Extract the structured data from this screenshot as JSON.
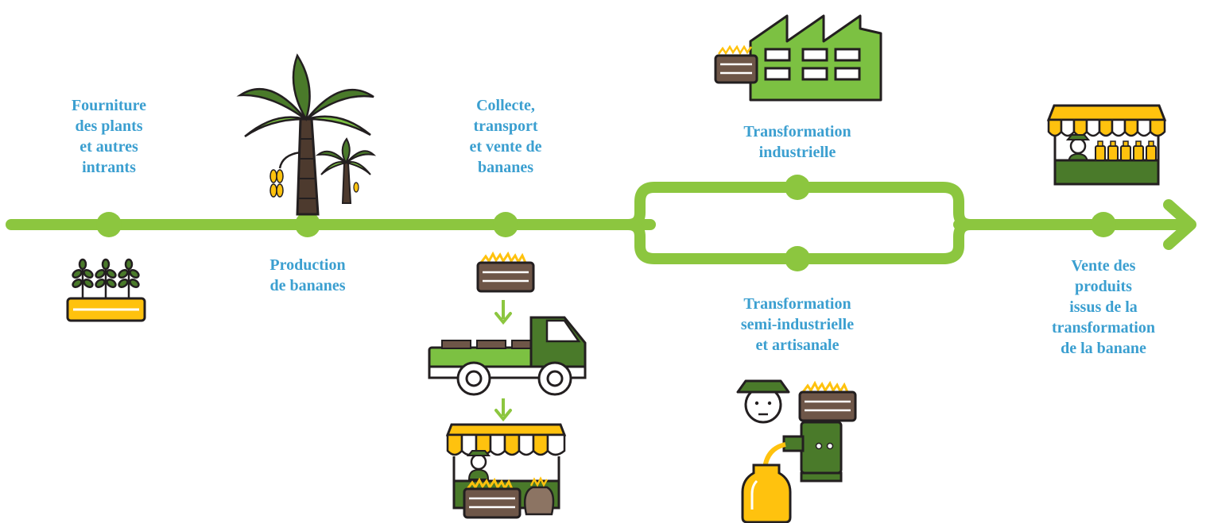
{
  "colors": {
    "line": "#8cc63f",
    "label": "#3b9fd0",
    "dark_green": "#4a7a2a",
    "mid_green": "#7cc142",
    "yellow": "#ffc20e",
    "brown": "#6e5648",
    "outline": "#231f20"
  },
  "stages": [
    {
      "label": "Fourniture\ndes plants\net autres\nintrants",
      "icon": "seedlings-tray-icon"
    },
    {
      "label": "Production\nde bananes",
      "icon": "banana-palm-trees-icon"
    },
    {
      "label": "Collecte,\ntransport\net vente de\nbananes",
      "icon": "crate-truck-market-icon"
    },
    {
      "label": "Transformation\nindustrielle",
      "icon": "factory-icon"
    },
    {
      "label": "Transformation\nsemi-industrielle\net artisanale",
      "icon": "farmer-juicer-icon"
    },
    {
      "label": "Vente des\nproduits\nissus de la\ntransformation\nde la banane",
      "icon": "market-stall-juice-icon"
    }
  ]
}
